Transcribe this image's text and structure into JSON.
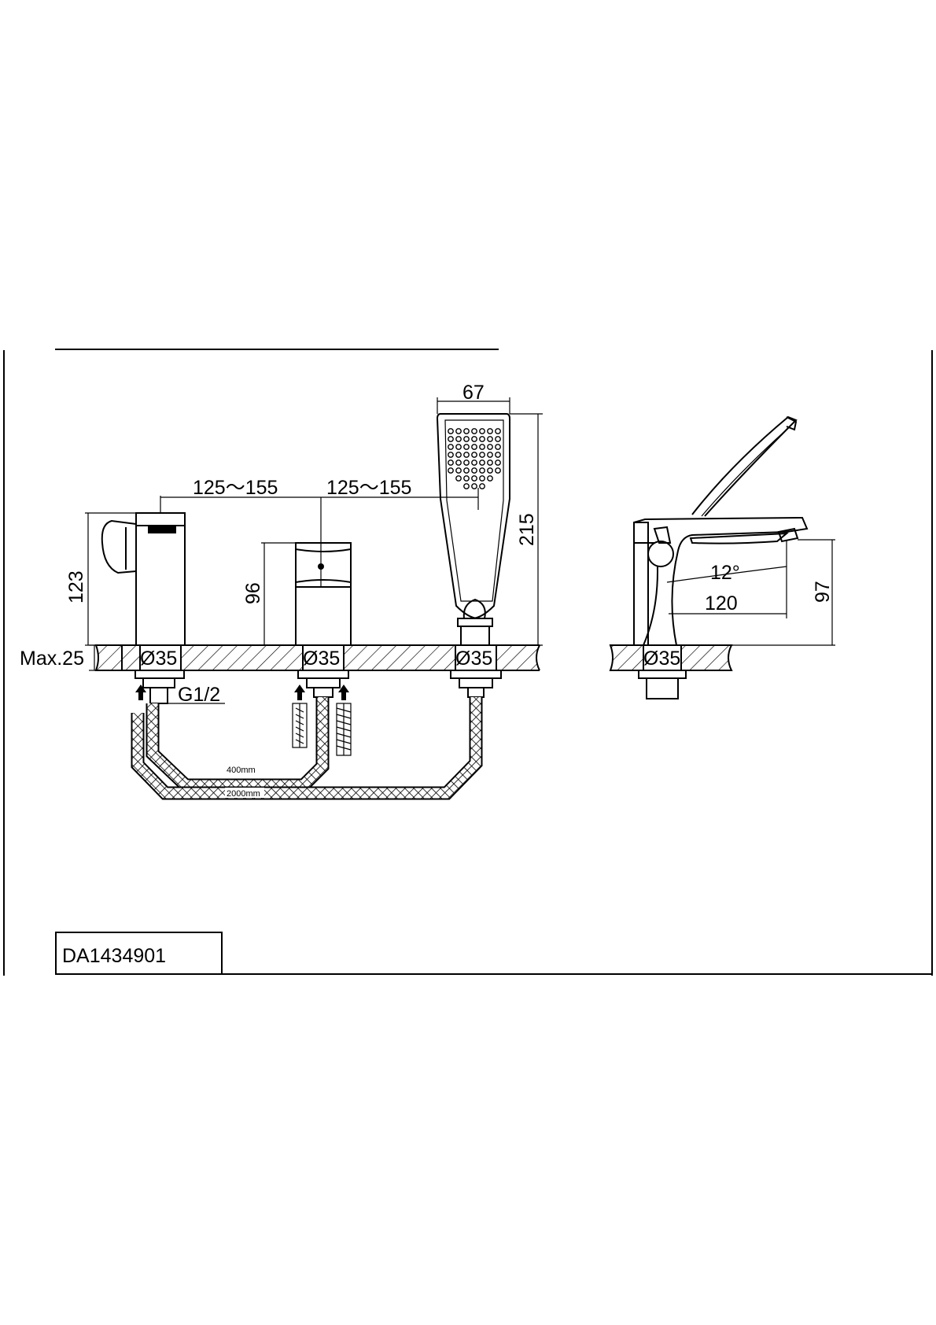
{
  "model_code": "DA1434901",
  "dimensions": {
    "spacing_1": "125～155",
    "spacing_2": "125～155",
    "handshower_width": "67",
    "handshower_height": "215",
    "spout_height": "123",
    "mixer_height": "96",
    "deck_max": "Max.25",
    "hole_diameter": "Ø35",
    "thread": "G1/2",
    "spout_angle": "12°",
    "spout_reach": "120",
    "side_height": "97",
    "hose_short": "400mm",
    "hose_long": "2000mm"
  },
  "colors": {
    "line": "#000000",
    "background": "#ffffff"
  }
}
